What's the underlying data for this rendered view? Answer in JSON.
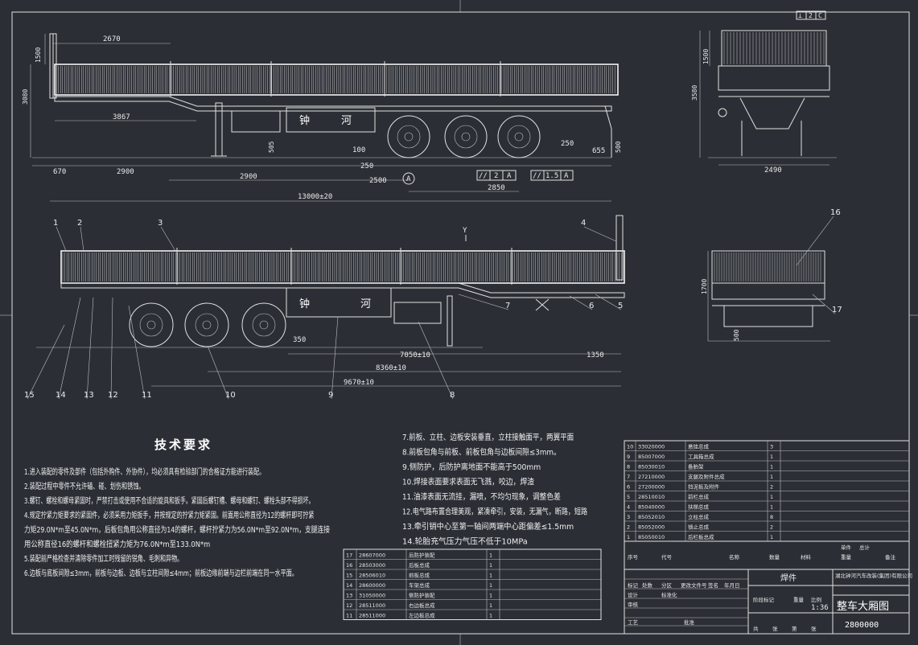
{
  "dims_top": {
    "d2670": "2670",
    "d1500": "1500",
    "d3080": "3080",
    "d3867": "3867",
    "d670": "670",
    "d2900a": "2900",
    "d2900b": "2900",
    "d2500": "2500",
    "d2850": "2850",
    "d13000": "13000±20",
    "d100": "100",
    "d250a": "250",
    "d250b": "250",
    "d505": "505",
    "d655": "655",
    "d500": "500"
  },
  "tolerance": {
    "datum": "A",
    "frame1": [
      "//",
      "2",
      "A"
    ],
    "frame2": [
      "//",
      "1.5",
      "A"
    ],
    "side_frame": [
      "⊥",
      "2",
      "C"
    ]
  },
  "dims_side": {
    "d1500": "1500",
    "d3580": "3580",
    "d2490": "2490"
  },
  "dims_bottom": {
    "d7050": "7050±10",
    "d8360": "8360±10",
    "d9670": "9670±10",
    "d1350": "1350",
    "d350": "350"
  },
  "dims_rear": {
    "d1700": "1700",
    "d500": "500"
  },
  "view_label": "Y",
  "brand_chars": [
    "钟",
    "河"
  ],
  "callouts": [
    "1",
    "2",
    "3",
    "4",
    "5",
    "6",
    "7",
    "8",
    "9",
    "10",
    "11",
    "12",
    "13",
    "14",
    "15",
    "16",
    "17"
  ],
  "requirements": {
    "title": "技术要求",
    "left": [
      "1.进入装配的零件及部件（包括外购件、外协件），均必须具有检验部门的合格证方能进行装配。",
      "2.装配过程中零件不允许磕、碰、划伤和锈蚀。",
      "3.螺钉、螺栓和螺母紧固时，严禁打击或使用不合适的旋具和扳手。紧固后螺钉槽、螺母和螺钉、螺栓头部不得损坏。",
      "4.规定拧紧力矩要求的紧固件，必须采用力矩扳手，并按规定的拧紧力矩紧固。前面用公称直径为12的螺杆即可拧紧",
      "力矩29.0N*m至45.0N*m，后板包角用公称直径为14的螺杆，螺杆拧紧力为56.0N*m至92.0N*m，支腿连接",
      "用公称直径16的螺杆和螺栓扭紧力矩为76.0N*m至133.0N*m",
      "5.装配前严格检查并清除零件加工时残留的锐角、毛刺和异物。",
      "6.边板与底板间隙≤3mm，前板与边板、边板与立柱间隙≤4mm；前板边缘前端与边栏前端在同一水平面。"
    ],
    "right": [
      "7.前板、立柱、边板安装垂直，立柱接触面平，两翼平面",
      "8.前板包角与前板、前板包角与边板间隙≤3mm。",
      "9.侧防护，后防护离地面不能高于500mm",
      "10.焊接表面要求表面无飞溅，咬边，焊渣",
      "11.油漆表面无流挂，漏喷，不均匀现象，调整色差",
      "12.电气路布置合理美观，紧凑牵引，安装，无漏气，断路，短路",
      "13.牵引销中心至第一轴间两端中心距偏差≤1.5mm",
      "14.轮胎充气压力气压不低于10MPa"
    ]
  },
  "bom_left": [
    {
      "no": "17",
      "code": "28607000",
      "name": "后防护装配",
      "qty": "1"
    },
    {
      "no": "16",
      "code": "28503000",
      "name": "后板总成",
      "qty": "1"
    },
    {
      "no": "15",
      "code": "28506010",
      "name": "前板总成",
      "qty": "1"
    },
    {
      "no": "14",
      "code": "28600000",
      "name": "车架总成",
      "qty": "1"
    },
    {
      "no": "13",
      "code": "31050000",
      "name": "侧防护装配",
      "qty": "1"
    },
    {
      "no": "12",
      "code": "28511000",
      "name": "右边板总成",
      "qty": "1"
    },
    {
      "no": "11",
      "code": "28511000",
      "name": "左边板总成",
      "qty": "1"
    }
  ],
  "bom_right": [
    {
      "no": "10",
      "code": "33020000",
      "name": "悬挂总成",
      "qty": "3"
    },
    {
      "no": "9",
      "code": "85007000",
      "name": "工具箱总成",
      "qty": "1"
    },
    {
      "no": "8",
      "code": "85030010",
      "name": "备胎架",
      "qty": "1"
    },
    {
      "no": "7",
      "code": "27210000",
      "name": "支腿及附件总成",
      "qty": "1"
    },
    {
      "no": "6",
      "code": "27200000",
      "name": "挡泥板及附件",
      "qty": "2"
    },
    {
      "no": "5",
      "code": "28510010",
      "name": "前栏总成",
      "qty": "1"
    },
    {
      "no": "4",
      "code": "85040000",
      "name": "扶梯总成",
      "qty": "1"
    },
    {
      "no": "3",
      "code": "85052010",
      "name": "立柱总成",
      "qty": "8"
    },
    {
      "no": "2",
      "code": "85052000",
      "name": "锁止总成",
      "qty": "2"
    },
    {
      "no": "1",
      "code": "85050010",
      "name": "后栏板总成",
      "qty": "1"
    }
  ],
  "bom_header": {
    "no": "序号",
    "code": "代号",
    "name": "名称",
    "qty": "数量",
    "material": "材料",
    "unit_wt": "单件",
    "total_wt": "总计",
    "weight": "重量",
    "note": "备注"
  },
  "title_block": {
    "company": "湖北钟河汽车改装(集团)有限公司",
    "drawing_name": "整车大厢图",
    "drawing_no": "2800000",
    "scale": "1:36",
    "stage": "阶段标记",
    "weight": "重量",
    "ratio": "比例",
    "material_cell": "焊件",
    "rows": [
      "标记",
      "处数",
      "分区",
      "更改文件号",
      "签名",
      "年月日"
    ],
    "roles": [
      "设计",
      "标准化",
      "审核",
      "工艺",
      "批准"
    ],
    "sheet": [
      "共",
      "张",
      "第",
      "张"
    ]
  },
  "colors": {
    "background": "#2b2f35",
    "lines": "#e8e8e8"
  }
}
